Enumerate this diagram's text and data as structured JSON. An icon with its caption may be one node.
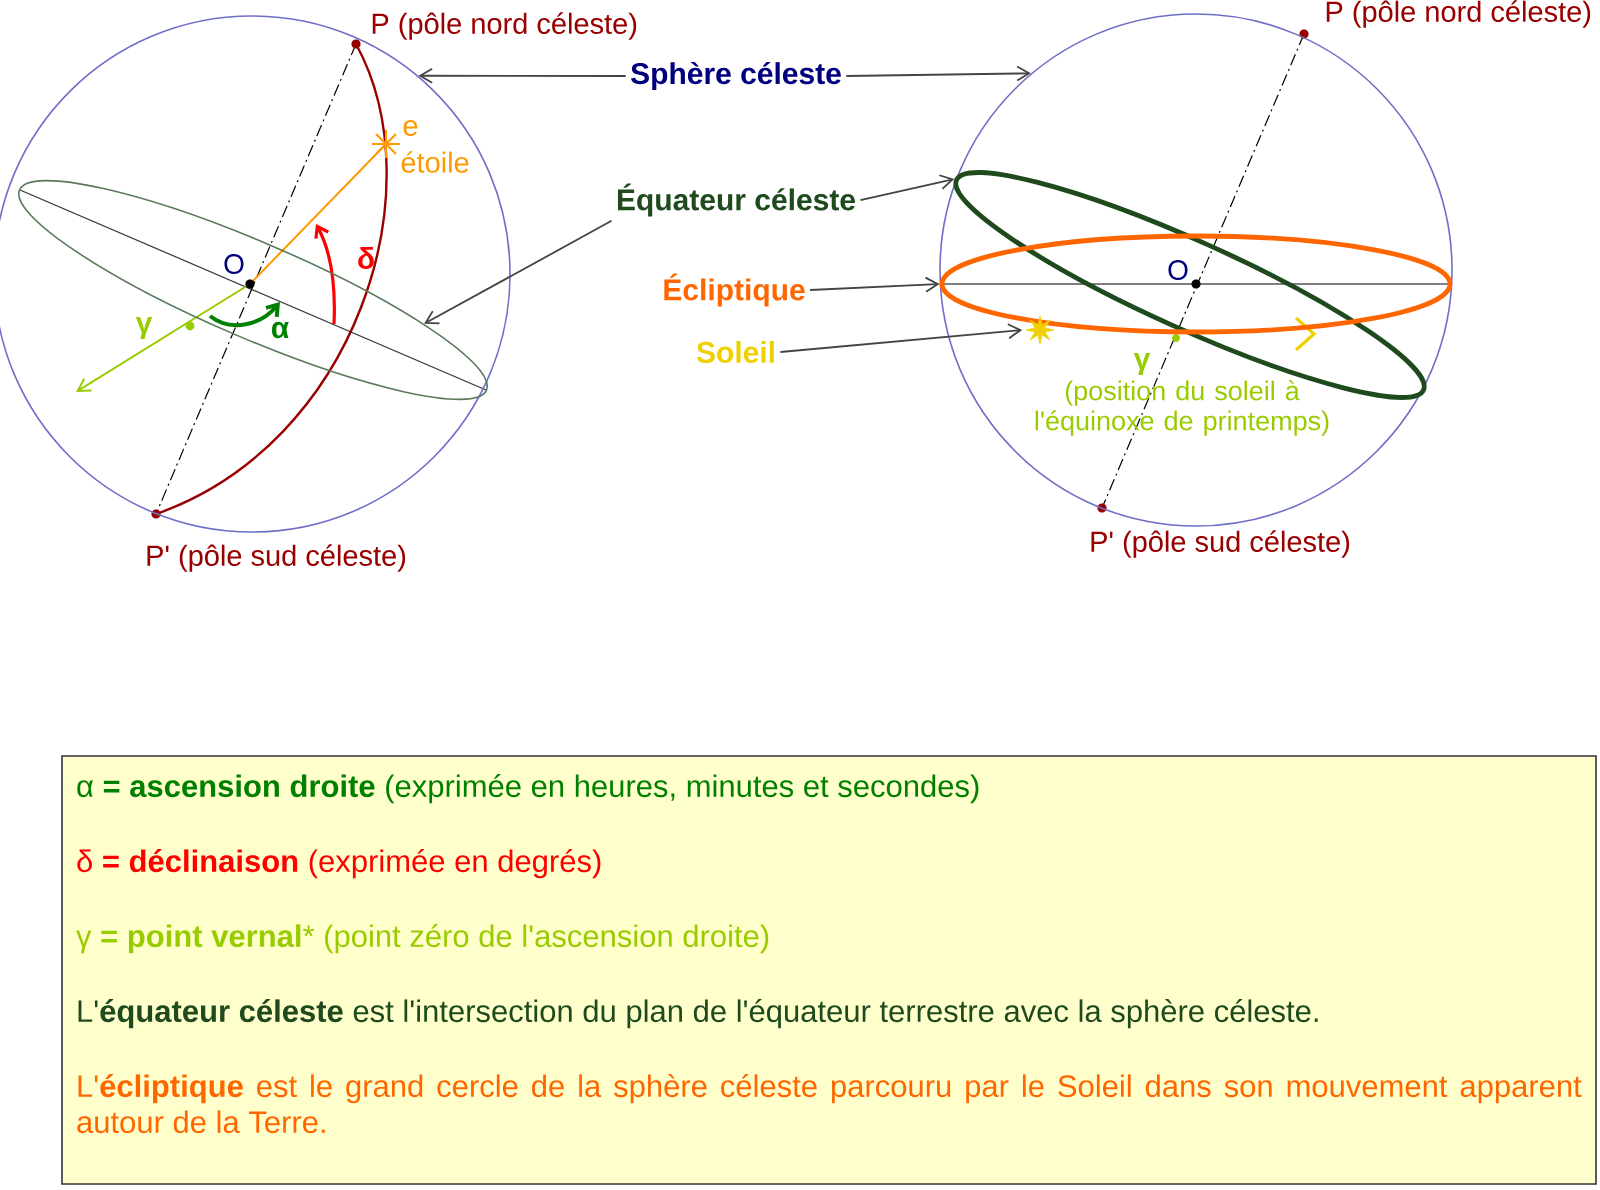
{
  "diagram": {
    "nodes": [
      {
        "text": [],
        "shape": "circle"
      },
      {
        "text": [],
        "shape": "ellipse",
        "in": 0
      },
      {
        "text": [
          "Sphère céleste"
        ]
      },
      {
        "text": [],
        "shape": "circle"
      },
      {
        "text": [
          "Équateur céleste"
        ]
      },
      {
        "text": [],
        "shape": "ellipse",
        "in": 3
      },
      {
        "text": [
          "Écliptique"
        ]
      },
      {
        "text": [],
        "shape": "ellipse",
        "in": 3
      },
      {
        "text": [
          "Soleil"
        ]
      },
      {
        "text": [],
        "shape": "star",
        "in": 3
      },
      {
        "text": [
          "α **= ascension droite** (exprimée en heures, minutes et secondes)",
          "δ **= déclinaison** (exprimée en degrés)",
          "γ **= point vernal*** (point zéro de l'ascension droite)",
          "L'**équateur céleste** est l'intersection du plan de l'équateur terrestre avec la sphère céleste.",
          "L'**écliptique** est le grand cercle de la sphère céleste parcouru par le Soleil dans son mouvement apparent autour de la Terre."
        ]
      }
    ],
    "edges": [
      {
        "from": 2,
        "to": 0,
        "arrow": "to"
      },
      {
        "from": 2,
        "to": 3,
        "arrow": "to"
      },
      {
        "from": 4,
        "to": 1,
        "arrow": "to"
      },
      {
        "from": 4,
        "to": 5,
        "arrow": "to"
      },
      {
        "from": 6,
        "to": 7,
        "arrow": "to"
      },
      {
        "from": 8,
        "to": 9,
        "arrow": "to"
      }
    ],
    "labels": [
      "P (pôle nord céleste)",
      "e",
      "étoile",
      "O",
      "γ",
      "α",
      "δ",
      "P' (pôle sud céleste)",
      "P (pôle nord céleste)",
      "O",
      "γ",
      "(position du soleil à l'équinoxe de printemps)",
      "P' (pôle sud céleste)"
    ]
  }
}
